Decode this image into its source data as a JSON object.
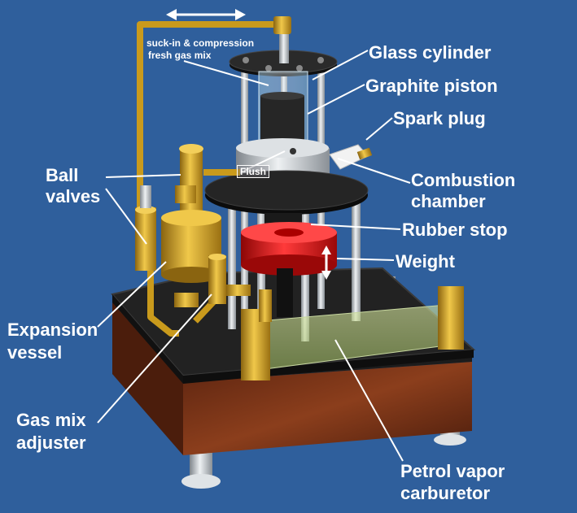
{
  "labels": {
    "glass_cylinder": "Glass cylinder",
    "graphite_piston": "Graphite piston",
    "spark_plug": "Spark plug",
    "combustion_chamber_1": "Combustion",
    "combustion_chamber_2": "chamber",
    "rubber_stop": "Rubber stop",
    "weight": "Weight",
    "ball_valves_1": "Ball",
    "ball_valves_2": "valves",
    "expansion_vessel_1": "Expansion",
    "expansion_vessel_2": "vessel",
    "gas_mix_adjuster_1": "Gas mix",
    "gas_mix_adjuster_2": "adjuster",
    "petrol_carburetor_1": "Petrol vapor",
    "petrol_carburetor_2": "carburetor",
    "suck_in_1": "suck-in & compression",
    "suck_in_2": "fresh gas mix",
    "flush": "Flush"
  },
  "colors": {
    "background": "#2f5f9c",
    "brass": "#c99a1c",
    "weight_red": "#d81414",
    "base_top": "#1a1a1a",
    "wood": "#7a3416",
    "steel": "#c8ccd0"
  }
}
